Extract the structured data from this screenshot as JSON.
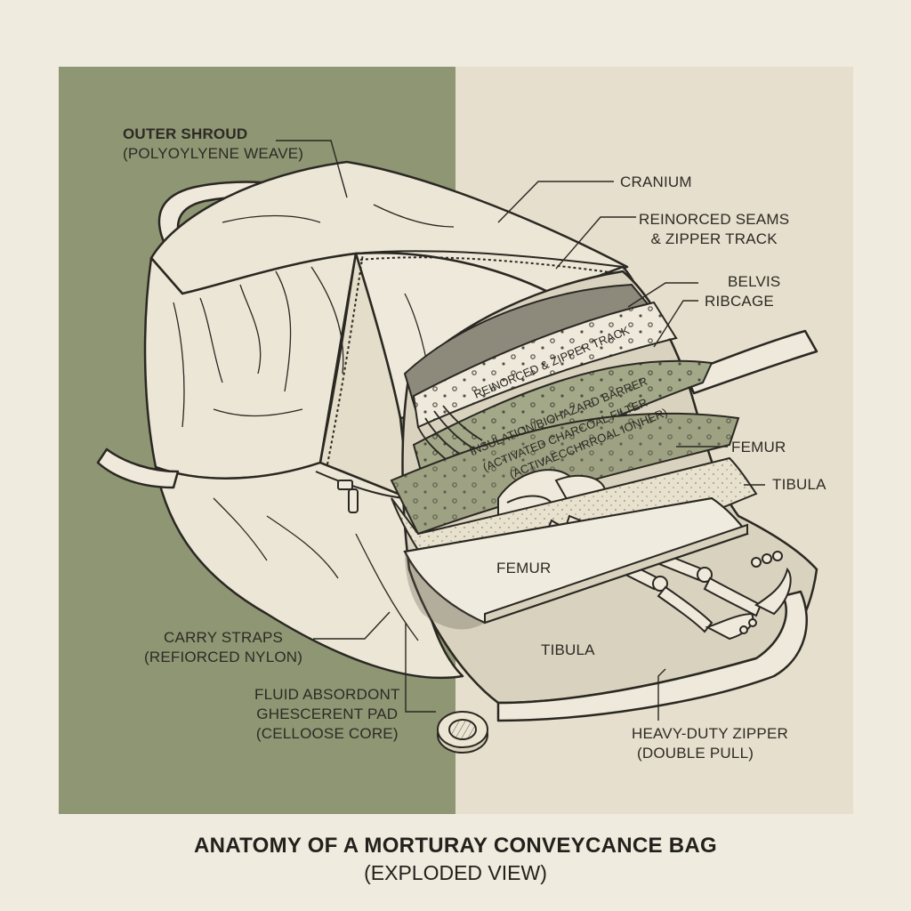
{
  "colors": {
    "page_background": "#f0ebdf",
    "panel_left": "#8f9674",
    "panel_right": "#e7dfcd",
    "bag_fabric": "#efe9db",
    "barrier_layer": "#a3a888",
    "ink": "#2a2822"
  },
  "labels": {
    "outer_shroud": {
      "title": "OUTER SHROUD",
      "sub": "(POLYOYLYENE WEAVE)"
    },
    "cranium": "CRANIUM",
    "seams": {
      "line1": "REINORCED SEAMS",
      "line2": "& ZIPPER TRACK"
    },
    "belvis": "BELVIS",
    "ribcage": "RIBCAGE",
    "femur_right": "FEMUR",
    "tibula_right": "TIBULA",
    "femur_center": "FEMUR",
    "tibula_center": "TIBULA",
    "carry_straps": {
      "line1": "CARRY STRAPS",
      "line2": "(REFIORCED NYLON)"
    },
    "fluid_pad": {
      "line1": "FLUID ABSORDONT",
      "line2": "GHESCERENT PAD",
      "line3": "(CELLOOSE CORE)"
    },
    "zipper": {
      "line1": "HEAVY-DUTY ZIPPER",
      "line2": "(DOUBLE PULL)"
    }
  },
  "layer_text": {
    "top_layer": "REINORCED & ZIPPER TRACK",
    "barrier_1": "INSULATION/BIOHAZARD BARRER",
    "barrier_2": "(ACTIVATED CHARCOAL FILTER",
    "barrier_3": "(ACTIVAECCHRROAL IONHER)"
  },
  "title": {
    "line1": "ANATOMY OF A MORTURAY CONVEYCANCE BAG",
    "line2": "(EXPLODED VIEW)"
  },
  "icons": [
    "zipper-pull-icon",
    "pad-disc-icon"
  ]
}
